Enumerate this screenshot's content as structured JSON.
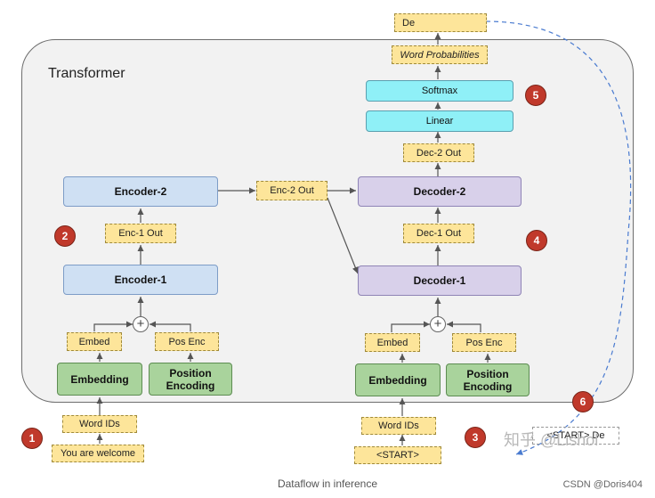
{
  "title": "Transformer",
  "encoder": {
    "encoder2": "Encoder-2",
    "encoder1": "Encoder-1",
    "enc1_out": "Enc-1 Out",
    "enc2_out": "Enc-2 Out",
    "embed": "Embed",
    "pos_enc": "Pos Enc",
    "embedding": "Embedding",
    "position_encoding": "Position Encoding",
    "word_ids": "Word IDs",
    "input": "You are welcome"
  },
  "decoder": {
    "decoder2": "Decoder-2",
    "decoder1": "Decoder-1",
    "dec1_out": "Dec-1 Out",
    "dec2_out": "Dec-2 Out",
    "linear": "Linear",
    "softmax": "Softmax",
    "word_probabilities": "Word Probabilities",
    "output": "De",
    "embed": "Embed",
    "pos_enc": "Pos Enc",
    "embedding": "Embedding",
    "position_encoding": "Position Encoding",
    "word_ids": "Word IDs",
    "start": "<START>",
    "next_input": "<START> De"
  },
  "badges": [
    "1",
    "2",
    "3",
    "4",
    "5",
    "6"
  ],
  "caption": "Dataflow in inference",
  "credit": "CSDN @Doris404",
  "watermark": "知乎 @Lishol"
}
